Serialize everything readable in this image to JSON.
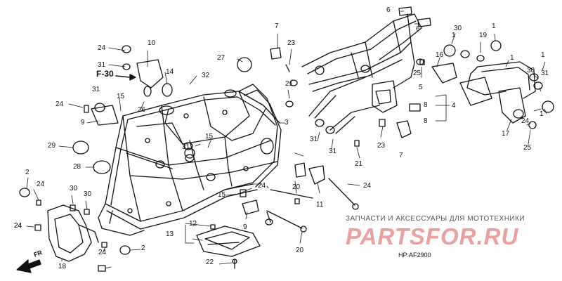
{
  "diagram": {
    "section_ref": "F-30",
    "diagram_code": "HP:AF2900",
    "watermark_text": "ЗАПЧАСТИ И АКСЕССУАРЫ ДЛЯ МОТОТЕХНИКИ",
    "logo_text": "PARTSFOR.RU",
    "front_arrow_label": "FR",
    "callouts": [
      {
        "text": "24"
      },
      {
        "text": "10"
      },
      {
        "text": "31"
      },
      {
        "text": "14"
      },
      {
        "text": "32"
      },
      {
        "text": "31"
      },
      {
        "text": "24"
      },
      {
        "text": "15"
      },
      {
        "text": "26"
      },
      {
        "text": "9"
      },
      {
        "text": "29"
      },
      {
        "text": "28"
      },
      {
        "text": "2"
      },
      {
        "text": "24"
      },
      {
        "text": "30"
      },
      {
        "text": "30"
      },
      {
        "text": "24"
      },
      {
        "text": "18"
      },
      {
        "text": "24"
      },
      {
        "text": "24"
      },
      {
        "text": "2"
      },
      {
        "text": "13"
      },
      {
        "text": "12"
      },
      {
        "text": "22"
      },
      {
        "text": "7"
      },
      {
        "text": "23"
      },
      {
        "text": "27"
      },
      {
        "text": "21"
      },
      {
        "text": "3"
      },
      {
        "text": "31"
      },
      {
        "text": "15"
      },
      {
        "text": "15"
      },
      {
        "text": "9"
      },
      {
        "text": "24"
      },
      {
        "text": "20"
      },
      {
        "text": "11"
      },
      {
        "text": "24"
      },
      {
        "text": "20"
      },
      {
        "text": "6"
      },
      {
        "text": "6"
      },
      {
        "text": "1"
      },
      {
        "text": "30"
      },
      {
        "text": "1"
      },
      {
        "text": "16"
      },
      {
        "text": "19"
      },
      {
        "text": "1"
      },
      {
        "text": "25"
      },
      {
        "text": "5"
      },
      {
        "text": "30"
      },
      {
        "text": "31"
      },
      {
        "text": "4"
      },
      {
        "text": "8"
      },
      {
        "text": "8"
      },
      {
        "text": "1"
      },
      {
        "text": "31"
      },
      {
        "text": "31"
      },
      {
        "text": "23"
      },
      {
        "text": "21"
      },
      {
        "text": "7"
      },
      {
        "text": "17"
      },
      {
        "text": "25"
      },
      {
        "text": "24"
      },
      {
        "text": "1"
      }
    ]
  }
}
